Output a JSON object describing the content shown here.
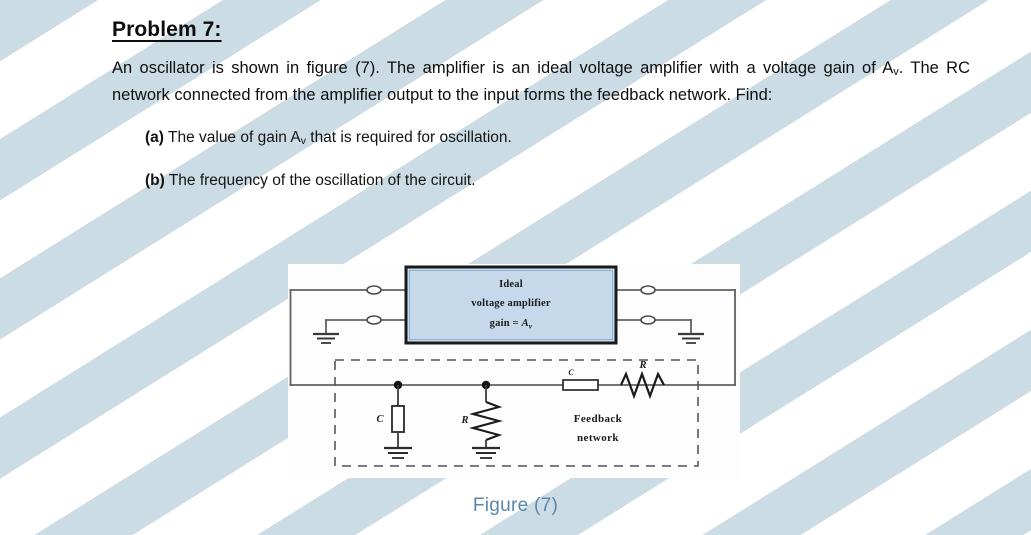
{
  "problem": {
    "title": "Problem 7:",
    "body_part1": "An oscillator is shown in figure (7). The amplifier is an ideal voltage amplifier with a voltage gain of A",
    "body_sub1": "v",
    "body_part2": ". The RC network connected from the amplifier output to the input forms the feedback network. Find:",
    "items": [
      {
        "marker": "(a)",
        "text_part1": "The value of gain A",
        "sub": "v",
        "text_part2": " that is required for oscillation."
      },
      {
        "marker": "(b)",
        "text_part1": "The frequency of the oscillation of the circuit.",
        "sub": "",
        "text_part2": ""
      }
    ]
  },
  "figure": {
    "caption": "Figure (7)",
    "caption_color": "#5a86ad",
    "amplifier": {
      "line1": "Ideal",
      "line2": "voltage amplifier",
      "line3_prefix": "gain = ",
      "line3_var": "A",
      "line3_sub": "v",
      "fill_color": "#c5d9ea",
      "border_color": "#1a1a1a"
    },
    "feedback": {
      "label_line1": "Feedback",
      "label_line2": "network",
      "border_style": "dashed",
      "border_color": "#555555"
    },
    "components": {
      "series_capacitor_label": "C",
      "series_resistor_label": "R",
      "shunt_capacitor_label": "C",
      "shunt_resistor_label": "R"
    },
    "wire_color": "#5e6266"
  },
  "background": {
    "stripe_color": "#ccdce5",
    "base_color": "#ffffff"
  }
}
